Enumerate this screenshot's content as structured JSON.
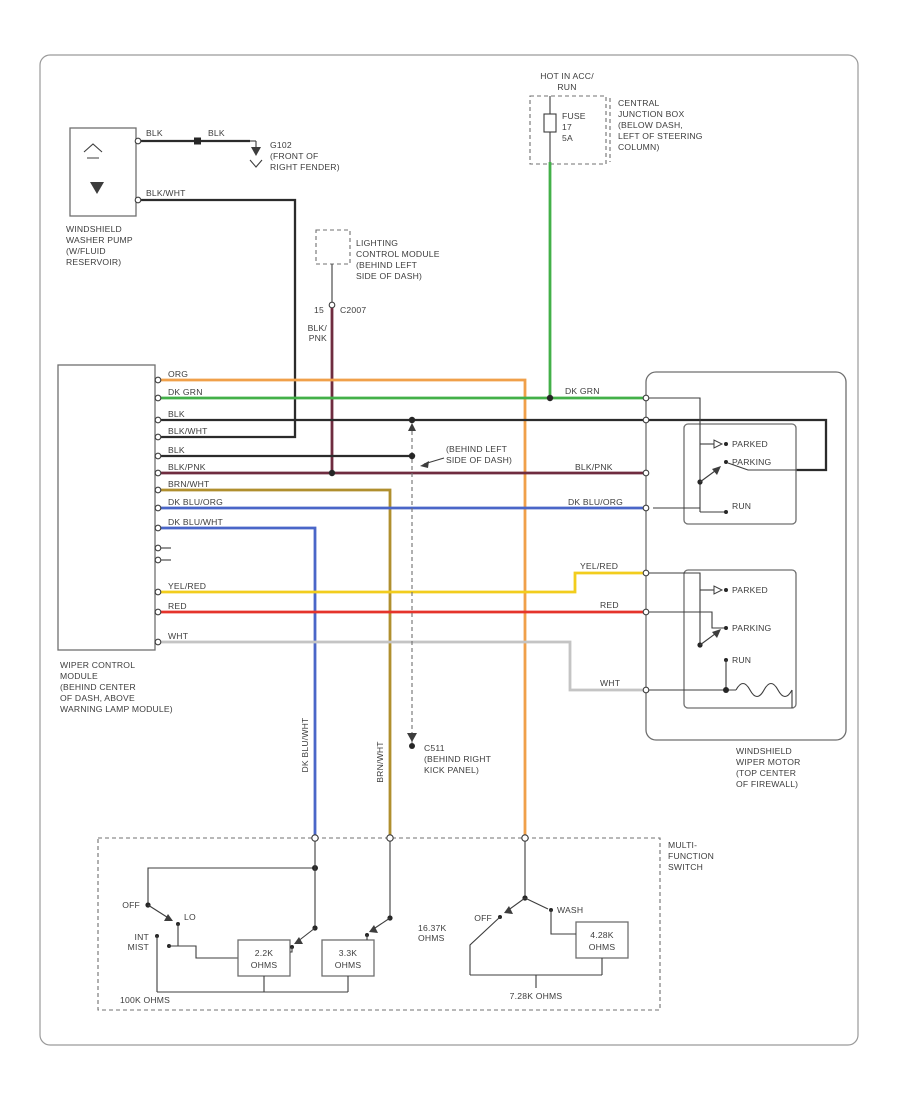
{
  "colors": {
    "org": "#f0a04a",
    "dk_grn": "#43b049",
    "blk": "#2b2b2b",
    "blk_pnk": "#6f2c3f",
    "brn_wht": "#b08f2e",
    "dk_blu": "#4a66c8",
    "yel_red": "#f2cd1d",
    "red": "#e5342b",
    "wht": "#c4c4c4"
  },
  "top": {
    "hot_label_1": "HOT IN ACC/",
    "hot_label_2": "RUN",
    "fuse_name": "FUSE",
    "fuse_number": "17",
    "fuse_rating": "5A",
    "cjb": [
      "CENTRAL",
      "JUNCTION BOX",
      "(BELOW DASH,",
      "LEFT OF STEERING",
      "COLUMN)"
    ]
  },
  "washer": {
    "label": [
      "WINDSHIELD",
      "WASHER PUMP",
      "(W/FLUID",
      "RESERVOIR)"
    ],
    "wire_top_1": "BLK",
    "wire_top_2": "BLK",
    "ground": [
      "G102",
      "(FRONT OF",
      "RIGHT FENDER)"
    ],
    "wire_bottom": "BLK/WHT"
  },
  "lcm": {
    "label": [
      "LIGHTING",
      "CONTROL MODULE",
      "(BEHIND LEFT",
      "SIDE OF DASH)"
    ],
    "pin": "15",
    "connector": "C2007",
    "wire_1": "BLK/",
    "wire_2": "PNK"
  },
  "wcm": {
    "label": [
      "WIPER CONTROL",
      "MODULE",
      "(BEHIND CENTER",
      "OF DASH, ABOVE",
      "WARNING LAMP MODULE)"
    ],
    "rows": [
      {
        "l": "ORG"
      },
      {
        "l": "DK GRN",
        "r": "DK GRN"
      },
      {
        "l": "BLK"
      },
      {
        "l": "BLK/WHT"
      },
      {
        "l": "BLK"
      },
      {
        "l": "BLK/PNK",
        "r": "BLK/PNK"
      },
      {
        "l": "BRN/WHT"
      },
      {
        "l": "DK BLU/ORG",
        "r": "DK BLU/ORG"
      },
      {
        "l": "DK BLU/WHT"
      },
      {
        "l": "YEL/RED",
        "r": "YEL/RED"
      },
      {
        "l": "RED",
        "r": "RED"
      },
      {
        "l": "WHT",
        "r": "WHT"
      }
    ]
  },
  "mid": {
    "c511": [
      "C511",
      "(BEHIND RIGHT",
      "KICK PANEL)"
    ],
    "note": [
      "(BEHIND LEFT",
      "SIDE OF DASH)"
    ]
  },
  "motor": {
    "label": [
      "WINDSHIELD",
      "WIPER MOTOR",
      "(TOP CENTER",
      "OF FIREWALL)"
    ],
    "upper": {
      "parked": "PARKED",
      "parking": "PARKING",
      "run": "RUN"
    },
    "lower": {
      "parked": "PARKED",
      "parking": "PARKING",
      "run": "RUN"
    }
  },
  "mfs": {
    "label": [
      "MULTI-",
      "FUNCTION",
      "SWITCH"
    ],
    "off_left": "OFF",
    "int": "INT",
    "mist": "MIST",
    "lo": "LO",
    "r_100k": "100K OHMS",
    "r_2_2k": [
      "2.2K",
      "OHMS"
    ],
    "r_3_3k": [
      "3.3K",
      "OHMS"
    ],
    "off_right": "OFF",
    "wash": "WASH",
    "r_16_37k": [
      "16.37K",
      "OHMS"
    ],
    "r_4_28k": [
      "4.28K",
      "OHMS"
    ],
    "r_7_28k": "7.28K OHMS"
  },
  "vert": {
    "blu": "DK BLU/WHT",
    "brn": "BRN/WHT"
  }
}
